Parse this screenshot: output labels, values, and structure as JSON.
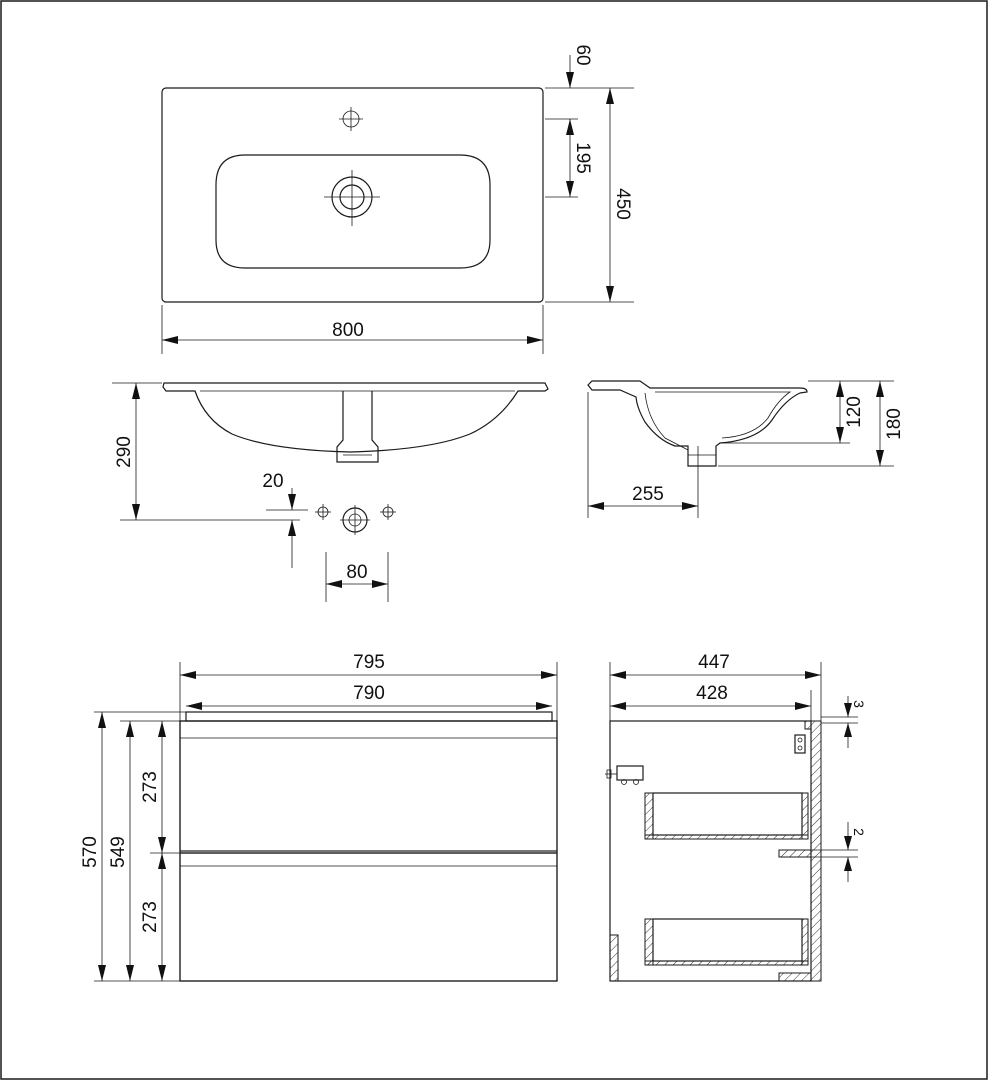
{
  "basin_top_view": {
    "width_label": "800",
    "depth_label": "450",
    "tap_offset_label": "60",
    "drain_offset_label": "195"
  },
  "basin_front_view": {
    "height_label": "290",
    "hole_offset_label": "20",
    "hole_spacing_label": "80"
  },
  "basin_side_view": {
    "depth_label": "255",
    "bowl_depth_label": "120",
    "total_height_label": "180"
  },
  "cabinet_front_view": {
    "outer_width_label": "795",
    "inner_width_label": "790",
    "total_height_label": "570",
    "body_height_label": "549",
    "top_drawer_label": "273",
    "bottom_drawer_label": "273"
  },
  "cabinet_side_view": {
    "outer_depth_label": "447",
    "inner_depth_label": "428",
    "top_gap_label": "3",
    "drawer_gap_label": "2"
  }
}
